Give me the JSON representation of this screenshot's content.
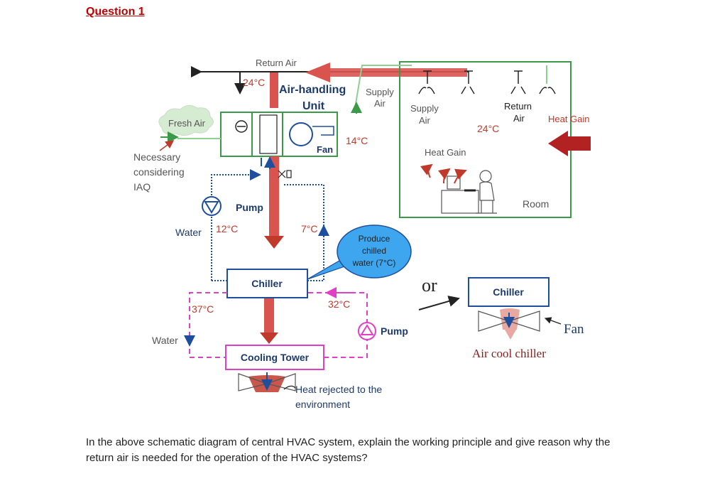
{
  "question": {
    "title": "Question 1",
    "text": "In the above schematic diagram of central HVAC system, explain the working principle and give reason why the return air is needed for the operation of the HVAC systems?"
  },
  "diagram": {
    "labels": {
      "return_air_top": "Return Air",
      "temp_24_ahu": "24°C",
      "ahu_line1": "Air-handling",
      "ahu_line2": "Unit",
      "supply_air_top_1": "Supply",
      "supply_air_top_2": "Air",
      "supply_air_room_1": "Supply",
      "supply_air_room_2": "Air",
      "return_air_room_1": "Return",
      "return_air_room_2": "Air",
      "temp_24_room": "24°C",
      "heat_gain_right": "Heat Gain",
      "heat_gain_room": "Heat Gain",
      "room": "Room",
      "fresh_air": "Fresh Air",
      "necessary_1": "Necessary",
      "necessary_2": "considering",
      "necessary_3": "IAQ",
      "fan": "Fan",
      "temp_14": "14°C",
      "pump_top": "Pump",
      "water_left": "Water",
      "temp_12": "12°C",
      "temp_7": "7°C",
      "callout_1": "Produce",
      "callout_2": "chilled",
      "callout_3": "water (7°C)",
      "chiller": "Chiller",
      "temp_37": "37°C",
      "temp_32": "32°C",
      "water_bottom": "Water",
      "pump_bottom": "Pump",
      "cooling_tower": "Cooling Tower",
      "heat_rejected_1": "Heat rejected to the",
      "heat_rejected_2": "environment",
      "or": "or",
      "chiller_alt": "Chiller",
      "fan_alt": "Fan",
      "air_cool_chiller": "Air cool chiller"
    },
    "colors": {
      "title": "#c00000",
      "red_arrow": "#d9534f",
      "dark_red": "#b22222",
      "green": "#3a9a4a",
      "green_light": "#8fcf8f",
      "blue": "#1f4e9c",
      "pink": "#e040c8",
      "callout_fill": "#3ea6ee",
      "text_grey": "#555555",
      "text_navy": "#1c3a6b",
      "air_cool_text": "#8b1a1a"
    }
  }
}
